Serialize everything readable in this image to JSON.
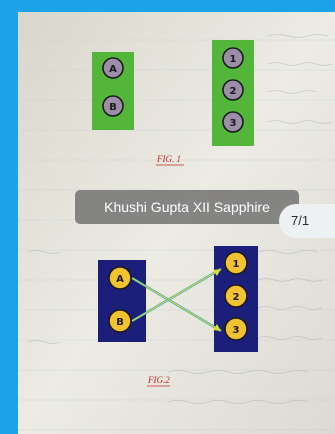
{
  "caption": "Khushi Gupta XII Sapphire",
  "page_counter": "7/1",
  "figure1": {
    "label": "FIG. 1",
    "set_a": [
      "A",
      "B"
    ],
    "set_b": [
      "1",
      "2",
      "3"
    ]
  },
  "figure2": {
    "label": "FIG.2",
    "set_a": [
      "A",
      "B"
    ],
    "set_b": [
      "1",
      "2",
      "3"
    ]
  },
  "colors": {
    "frame_border": "#1aa3e6",
    "paper": "#e8e6dd",
    "green_box": "#53b53a",
    "navy_box": "#1b1f7a",
    "circle_fill_1": "#9a8fa6",
    "circle_fill_2": "#f2c230",
    "arrow_yellow": "#d8e02a",
    "arrow_cyan": "#2b9ad9",
    "fig_label": "#c62828"
  }
}
